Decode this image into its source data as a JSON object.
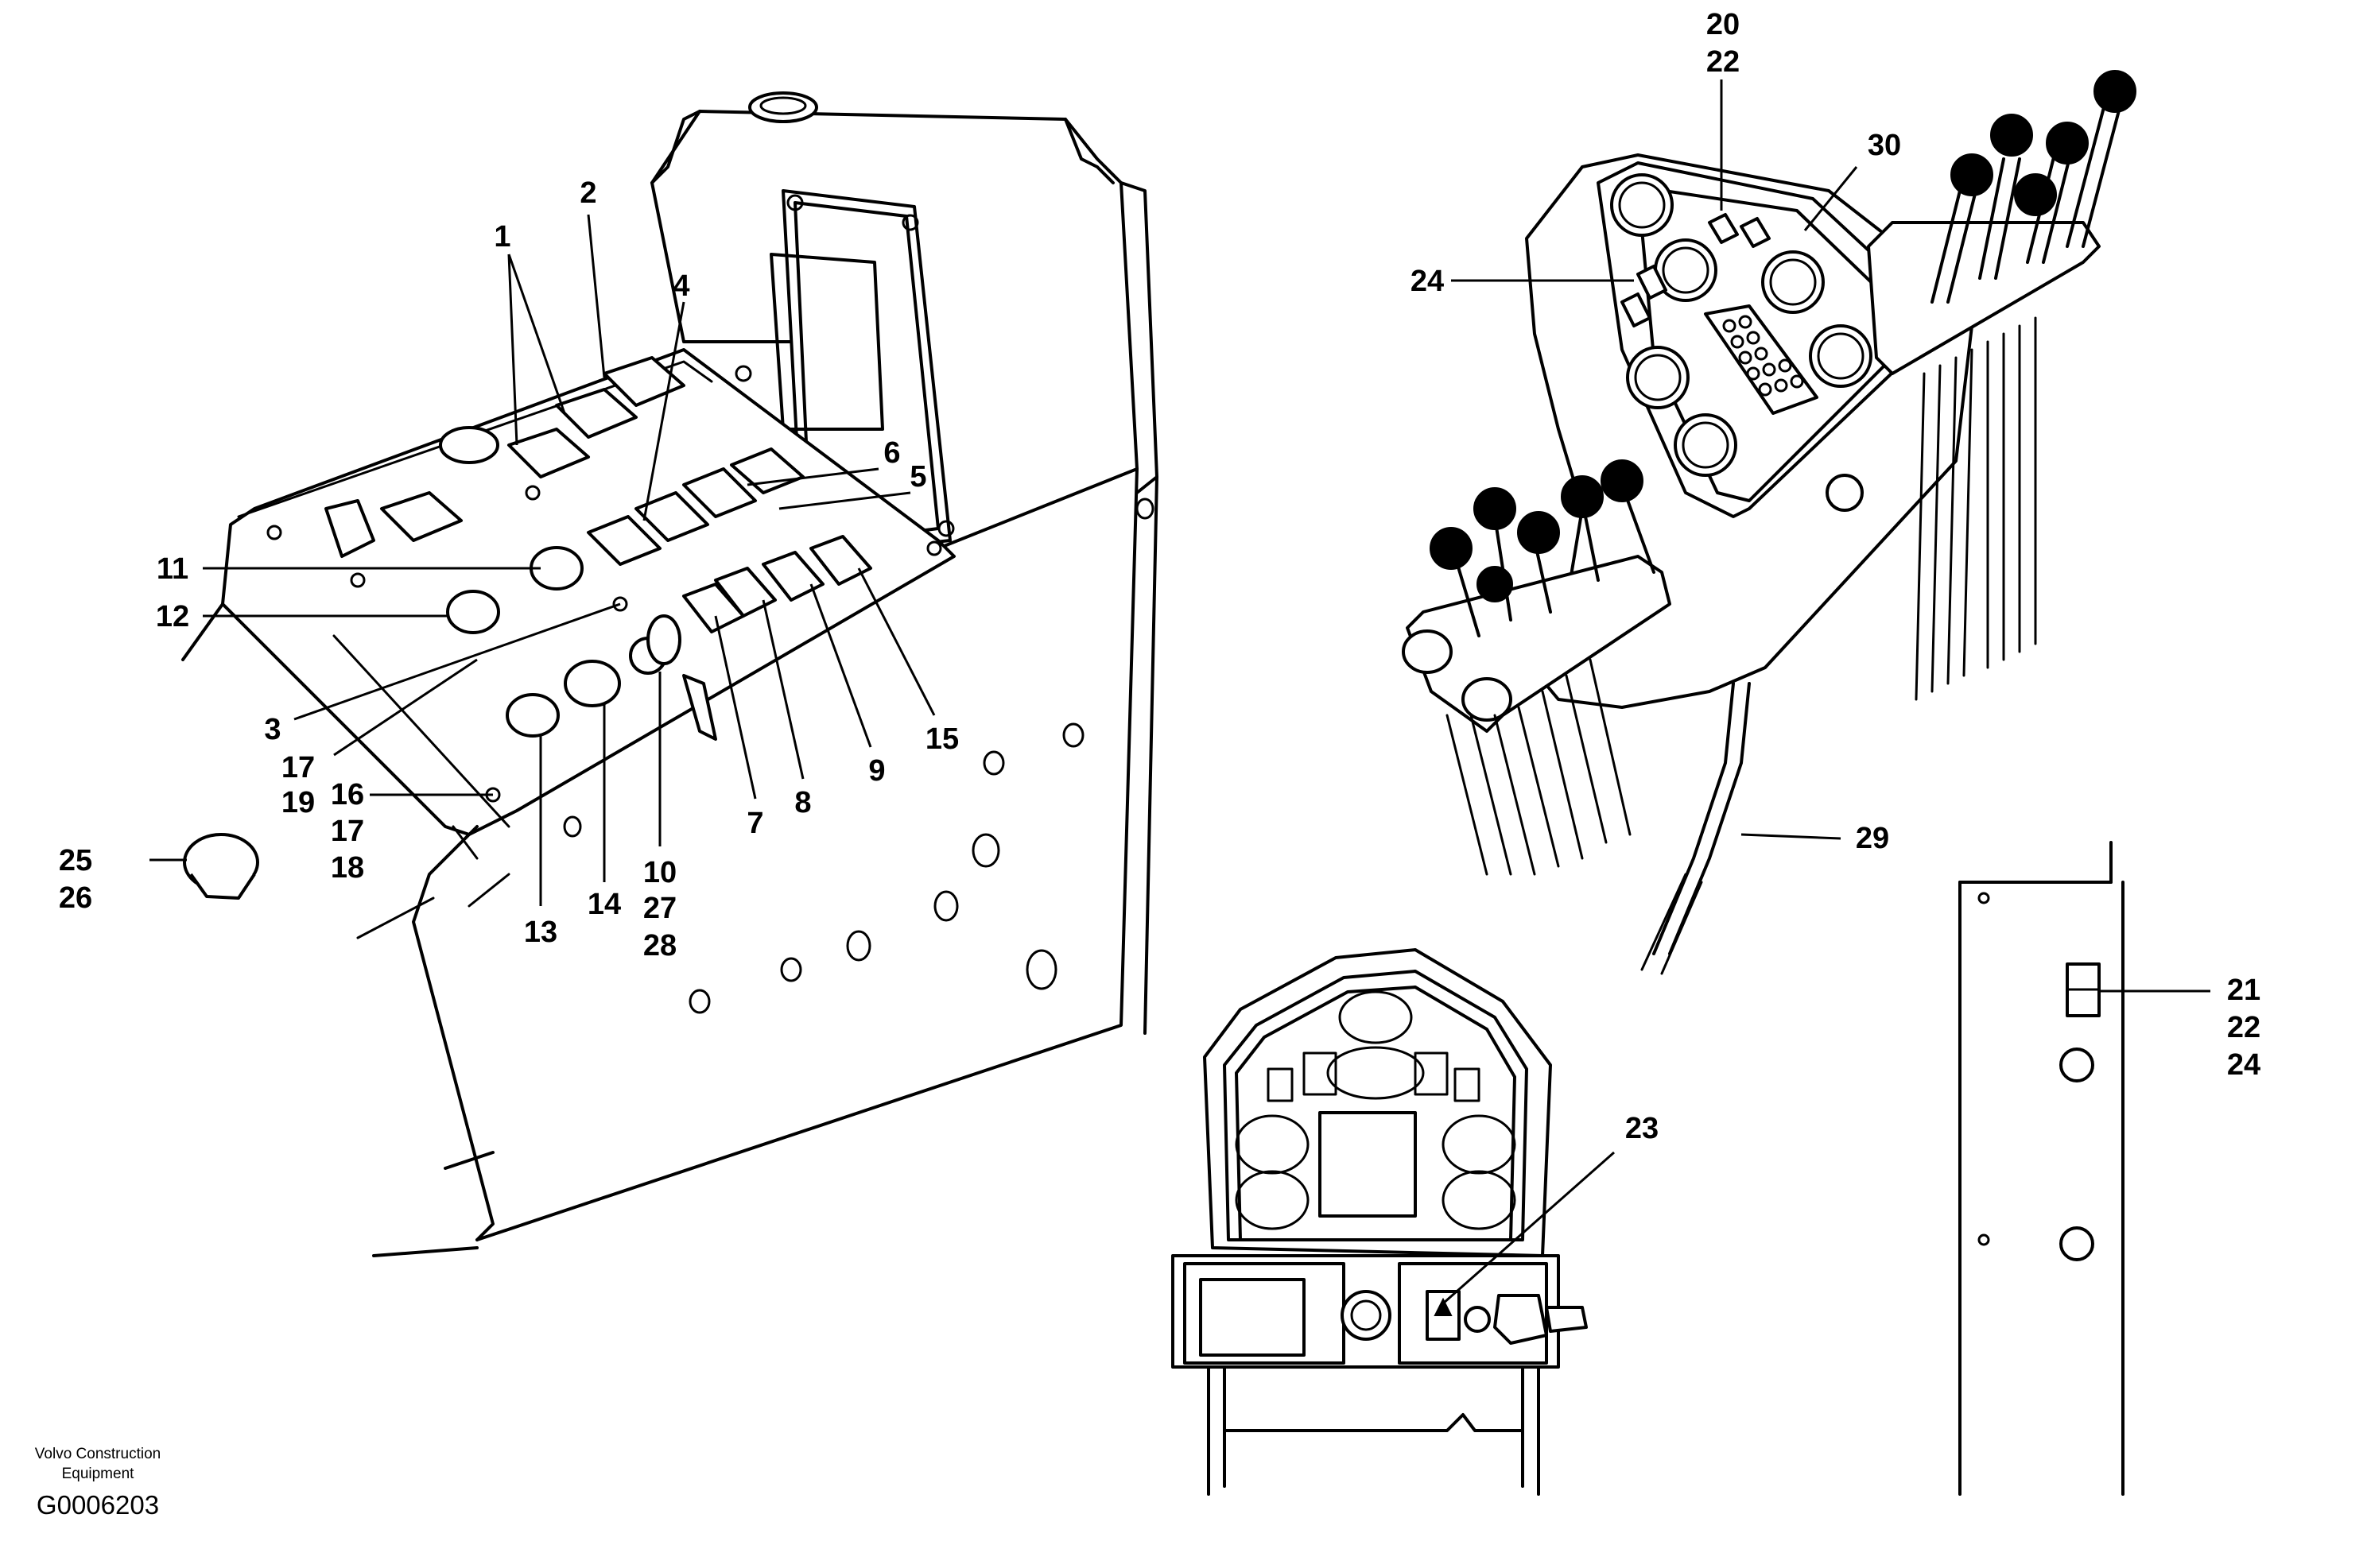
{
  "callouts": {
    "c1": "1",
    "c2": "2",
    "c3": "3",
    "c4": "4",
    "c5": "5",
    "c6": "6",
    "c7": "7",
    "c8": "8",
    "c9": "9",
    "c10": "10",
    "c11": "11",
    "c12": "12",
    "c13": "13",
    "c14": "14",
    "c15": "15",
    "c16": "16",
    "c17a": "17",
    "c17b": "17",
    "c18": "18",
    "c19": "19",
    "c20": "20",
    "c21": "21",
    "c22a": "22",
    "c22b": "22",
    "c23": "23",
    "c24a": "24",
    "c24b": "24",
    "c25": "25",
    "c26": "26",
    "c27": "27",
    "c28": "28",
    "c29": "29",
    "c30": "30"
  },
  "footer": {
    "company_line1": "Volvo Construction",
    "company_line2": "Equipment",
    "figure_id": "G0006203"
  },
  "colors": {
    "ink": "#000000",
    "paper": "#ffffff"
  }
}
